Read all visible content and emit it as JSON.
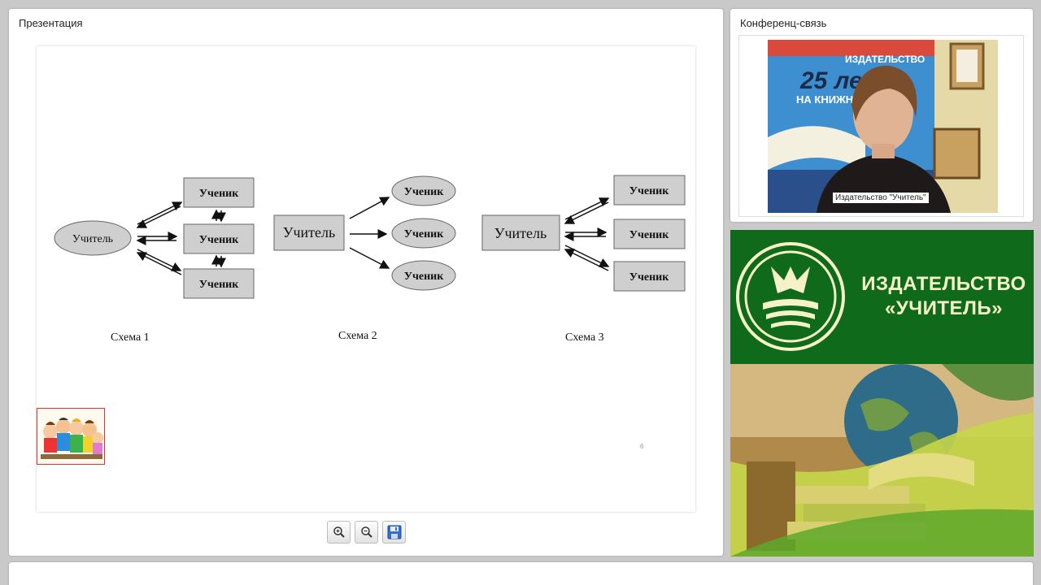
{
  "presentation": {
    "title": "Презентация",
    "slide": {
      "teacher_label": "Учитель",
      "student_label": "Ученик",
      "scheme1_caption": "Схема 1",
      "scheme2_caption": "Схема 2",
      "scheme3_caption": "Схема 3",
      "page_number": "6"
    },
    "toolbar": {
      "zoom_in_icon": "zoom-in-icon",
      "zoom_out_icon": "zoom-out-icon",
      "save_icon": "save-icon"
    }
  },
  "conference": {
    "title": "Конференц-связь",
    "video_label": "Издательство \"Учитель\"",
    "poster_text_1": "25 лет",
    "poster_text_2": "НА КНИЖНОМ",
    "poster_text_3": "ИЗДАТЕЛЬСТВО"
  },
  "banner": {
    "line1": "ИЗДАТЕЛЬСТВО",
    "line2": "«УЧИТЕЛЬ»",
    "colors": {
      "green": "#0f6a1c",
      "cream": "#f5f1c8"
    }
  }
}
